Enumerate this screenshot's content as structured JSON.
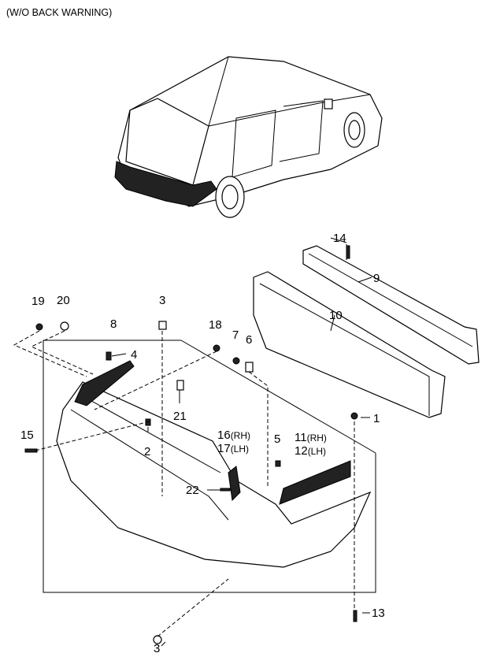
{
  "title": "(W/O BACK WARNING)",
  "callouts": {
    "c1": "1",
    "c2": "2",
    "c3_top": "3",
    "c3_bottom": "3",
    "c4": "4",
    "c5": "5",
    "c6": "6",
    "c7": "7",
    "c8": "8",
    "c9": "9",
    "c10": "10",
    "c11": "11",
    "c11_side": "(RH)",
    "c12": "12",
    "c12_side": "(LH)",
    "c13": "13",
    "c14": "14",
    "c15": "15",
    "c16": "16",
    "c16_side": "(RH)",
    "c17": "17",
    "c17_side": "(LH)",
    "c18": "18",
    "c19": "19",
    "c20": "20",
    "c21": "21",
    "c22": "22"
  }
}
